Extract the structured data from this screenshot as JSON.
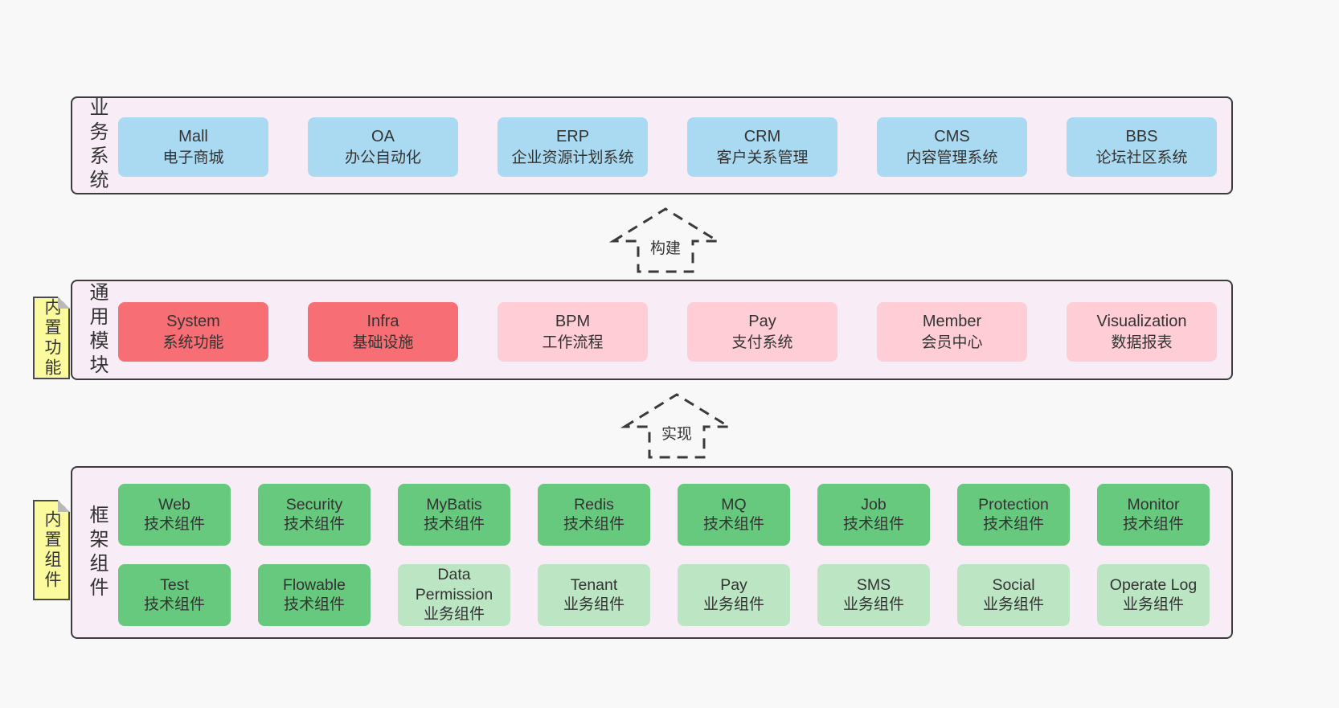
{
  "colors": {
    "page_bg": "#f8f8f8",
    "panel_bg": "#f8edf6",
    "panel_border": "#3c3c3c",
    "blue_box": "#aadaf2",
    "red_box": "#f76e74",
    "pink_box": "#fecdd6",
    "green_dark_box": "#66c97e",
    "green_light_box": "#bce5c4",
    "sticky_yellow": "#fbfb9e",
    "text": "#333333"
  },
  "arrows": {
    "build": {
      "label": "构建"
    },
    "implement": {
      "label": "实现"
    }
  },
  "sections": {
    "business": {
      "label": "业务系统",
      "boxes": [
        {
          "title": "Mall",
          "subtitle": "电子商城"
        },
        {
          "title": "OA",
          "subtitle": "办公自动化"
        },
        {
          "title": "ERP",
          "subtitle": "企业资源计划系统"
        },
        {
          "title": "CRM",
          "subtitle": "客户关系管理"
        },
        {
          "title": "CMS",
          "subtitle": "内容管理系统"
        },
        {
          "title": "BBS",
          "subtitle": "论坛社区系统"
        }
      ]
    },
    "modules": {
      "label": "通用模块",
      "sticky": "内置功能",
      "boxes": [
        {
          "title": "System",
          "subtitle": "系统功能"
        },
        {
          "title": "Infra",
          "subtitle": "基础设施"
        },
        {
          "title": "BPM",
          "subtitle": "工作流程"
        },
        {
          "title": "Pay",
          "subtitle": "支付系统"
        },
        {
          "title": "Member",
          "subtitle": "会员中心"
        },
        {
          "title": "Visualization",
          "subtitle": "数据报表"
        }
      ]
    },
    "framework": {
      "label": "框架组件",
      "sticky": "内置组件",
      "row1": [
        {
          "title": "Web",
          "subtitle": "技术组件"
        },
        {
          "title": "Security",
          "subtitle": "技术组件"
        },
        {
          "title": "MyBatis",
          "subtitle": "技术组件"
        },
        {
          "title": "Redis",
          "subtitle": "技术组件"
        },
        {
          "title": "MQ",
          "subtitle": "技术组件"
        },
        {
          "title": "Job",
          "subtitle": "技术组件"
        },
        {
          "title": "Protection",
          "subtitle": "技术组件"
        },
        {
          "title": "Monitor",
          "subtitle": "技术组件"
        }
      ],
      "row2": [
        {
          "title": "Test",
          "subtitle": "技术组件"
        },
        {
          "title": "Flowable",
          "subtitle": "技术组件"
        },
        {
          "title": "Data Permission",
          "subtitle": "业务组件"
        },
        {
          "title": "Tenant",
          "subtitle": "业务组件"
        },
        {
          "title": "Pay",
          "subtitle": "业务组件"
        },
        {
          "title": "SMS",
          "subtitle": "业务组件"
        },
        {
          "title": "Social",
          "subtitle": "业务组件"
        },
        {
          "title": "Operate Log",
          "subtitle": "业务组件"
        }
      ]
    }
  }
}
